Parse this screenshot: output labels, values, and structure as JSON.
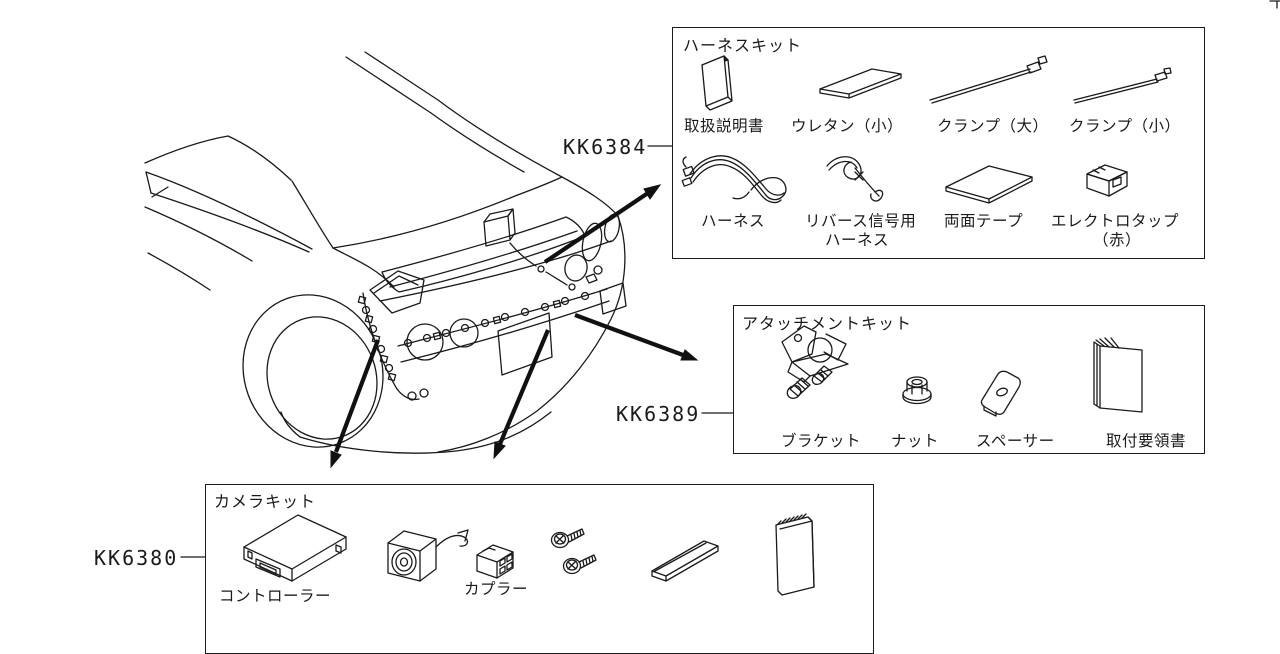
{
  "page": {
    "background": "#ffffff",
    "line_color": "#1a1a1a"
  },
  "callouts": {
    "kk6384": {
      "label": "KK6384"
    },
    "kk6389": {
      "label": "KK6389"
    },
    "kk6380": {
      "label": "KK6380"
    }
  },
  "kits": {
    "harness": {
      "title": "ハーネスキット",
      "items": [
        {
          "icon": "manual-book-icon",
          "label": "取扱説明書"
        },
        {
          "icon": "urethane-pad-icon",
          "label": "ウレタン（小）"
        },
        {
          "icon": "cable-clamp-large-icon",
          "label": "クランプ（大）"
        },
        {
          "icon": "cable-clamp-small-icon",
          "label": "クランプ（小）"
        },
        {
          "icon": "harness-cable-icon",
          "label": "ハーネス"
        },
        {
          "icon": "reverse-signal-harness-icon",
          "label": "リバース信号用",
          "label2": "ハーネス"
        },
        {
          "icon": "double-sided-tape-icon",
          "label": "両面テープ"
        },
        {
          "icon": "electro-tap-icon",
          "label": "エレクトロタップ",
          "label2": "（赤）"
        }
      ]
    },
    "attachment": {
      "title": "アタッチメントキット",
      "items": [
        {
          "icon": "bracket-icon",
          "label": "ブラケット"
        },
        {
          "icon": "nut-icon",
          "label": "ナット"
        },
        {
          "icon": "spacer-icon",
          "label": "スペーサー"
        },
        {
          "icon": "install-manual-icon",
          "label": "取付要領書"
        }
      ]
    },
    "camera": {
      "title": "カメラキット",
      "items": [
        {
          "icon": "controller-unit-icon",
          "label": "コントローラー"
        },
        {
          "icon": "rear-camera-icon"
        },
        {
          "icon": "coupler-icon",
          "label": "カプラー"
        },
        {
          "icon": "tapping-screws-icon"
        },
        {
          "icon": "mounting-strip-icon"
        },
        {
          "icon": "manual-book-icon"
        }
      ]
    }
  }
}
